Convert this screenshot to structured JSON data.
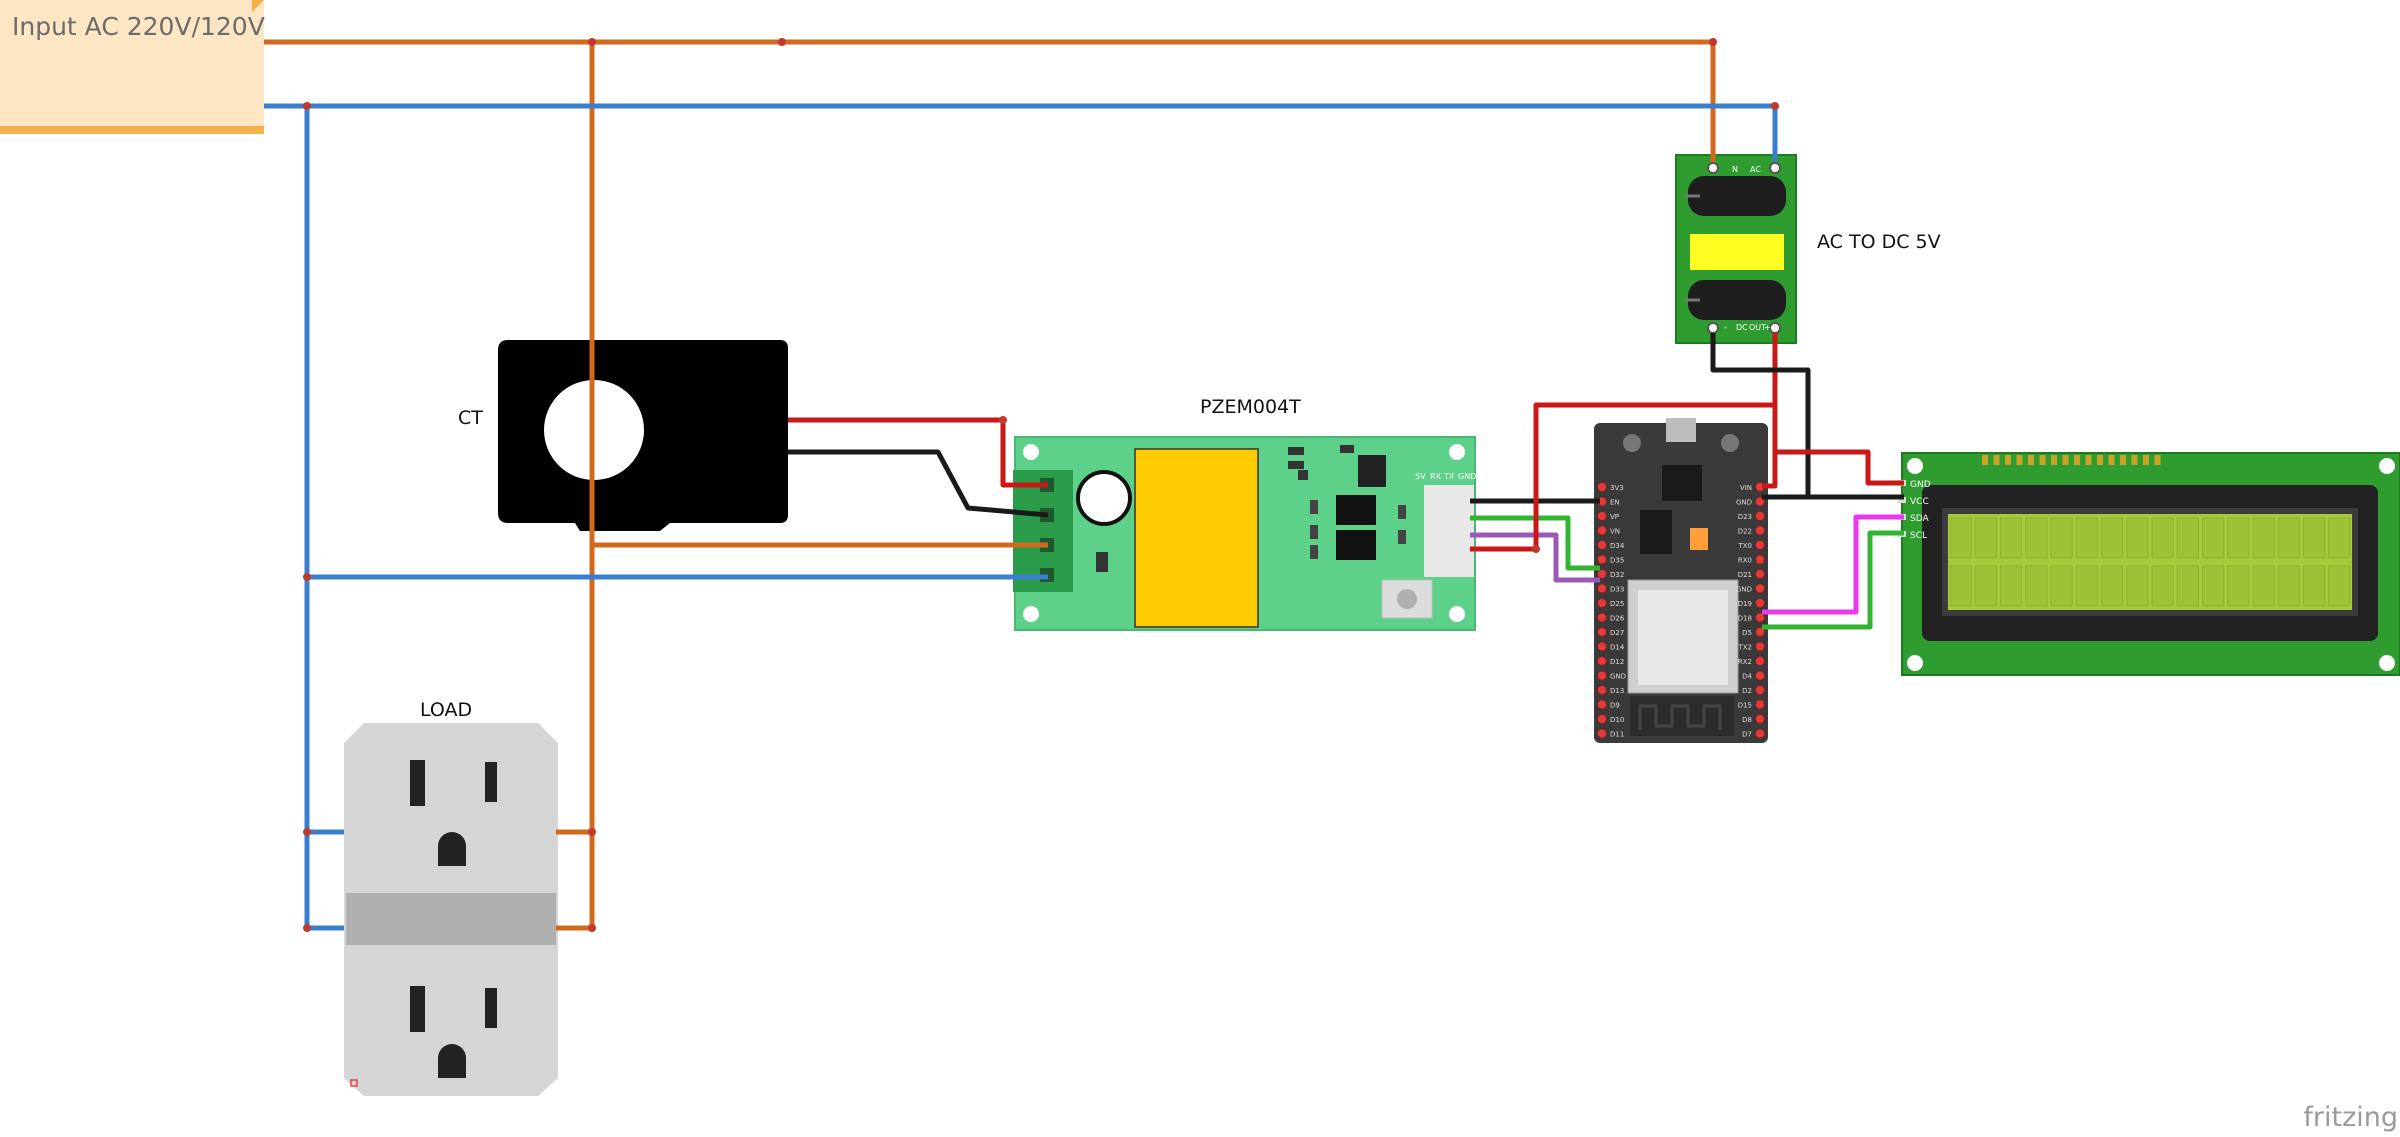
{
  "note": {
    "text": "Input AC 220V/120V"
  },
  "labels": {
    "ac_dc": "AC TO DC 5V",
    "ct": "CT",
    "pzem": "PZEM004T",
    "load": "LOAD"
  },
  "esp32": {
    "left_pins": [
      "3V3",
      "EN",
      "VP",
      "VN",
      "D34",
      "D35",
      "D32",
      "D33",
      "D25",
      "D26",
      "D27",
      "D14",
      "D12",
      "GND",
      "D13",
      "D9",
      "D10",
      "D11"
    ],
    "right_pins": [
      "VIN",
      "GND",
      "D23",
      "D22",
      "TX0",
      "RX0",
      "D21",
      "GND",
      "D19",
      "D18",
      "D5",
      "TX2",
      "RX2",
      "D4",
      "D2",
      "D15",
      "D8",
      "D7"
    ]
  },
  "pzem_header": [
    "5V",
    "RX",
    "TX",
    "GND"
  ],
  "acdc_pins": {
    "top": [
      "N",
      "AC"
    ],
    "bottom": [
      "-",
      "DC",
      "OUT",
      "+"
    ]
  },
  "lcd_pins": [
    "GND",
    "VCC",
    "SDA",
    "SCL"
  ],
  "brand": "fritzing",
  "colors": {
    "phase_wire": "#d2691e",
    "neutral_wire": "#3a7fcf",
    "red_wire": "#c91818",
    "black_wire": "#1a1a1a",
    "green_wire": "#32b432",
    "magenta_wire": "#e93ae9",
    "purple_wire": "#9b59b6",
    "pcb_green": "#2e9c2e",
    "pzem_board": "#5dd08a",
    "pzem_relay": "#ffcc00",
    "lcd_screen": "#a6cb3a",
    "esp_board": "#3a3a3a"
  }
}
